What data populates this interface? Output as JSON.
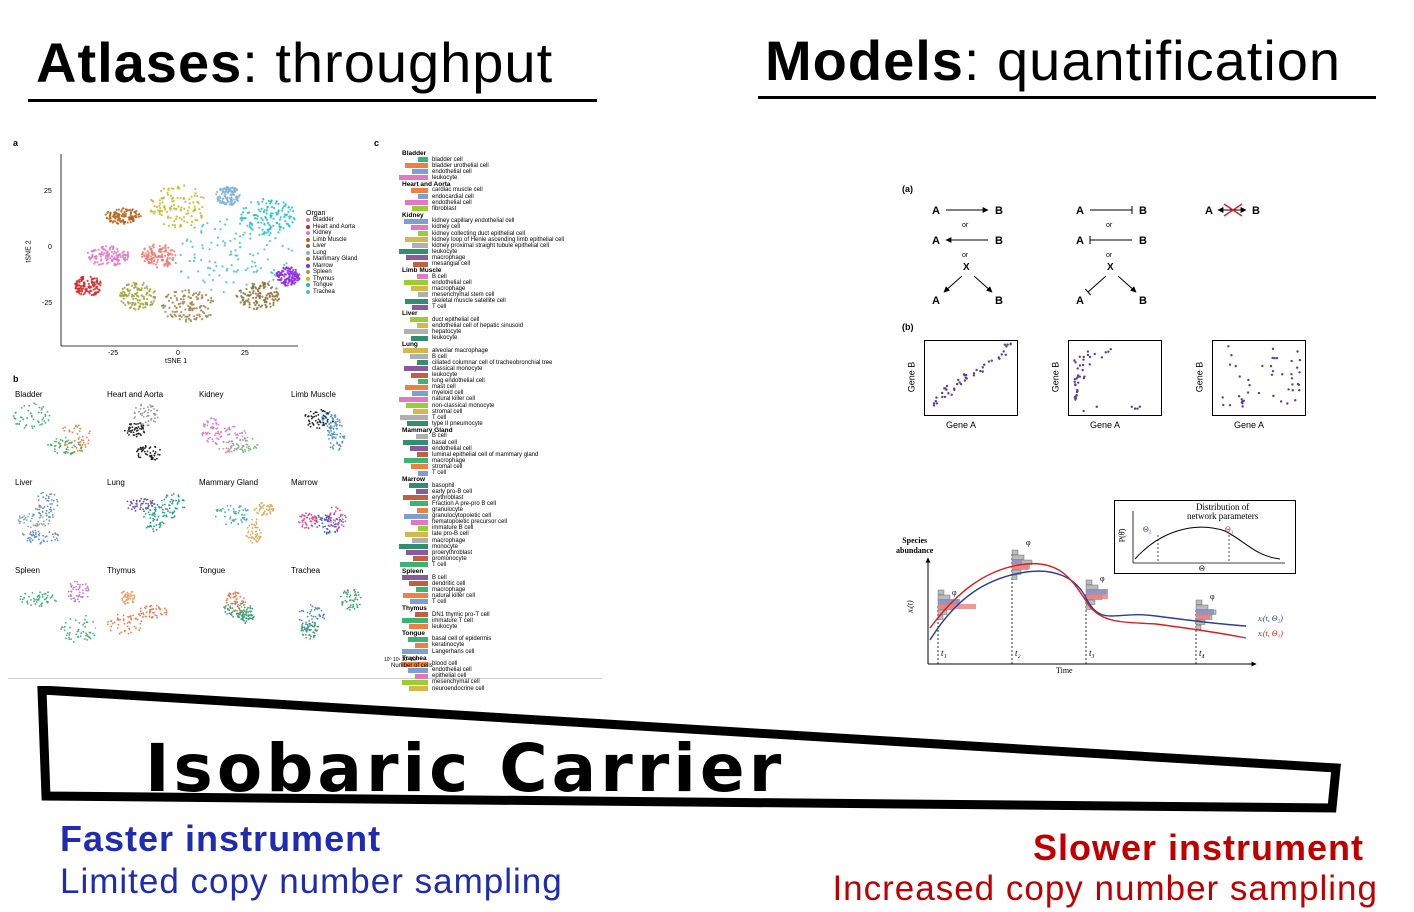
{
  "left_heading": {
    "bold": "Atlases",
    "rest": ": throughput"
  },
  "right_heading": {
    "bold": "Models",
    "rest": ": quantification"
  },
  "atlas_figure": {
    "panel_a_label": "a",
    "panel_b_label": "b",
    "panel_c_label": "c",
    "tsne": {
      "xlabel": "tSNE 1",
      "ylabel": "tSNE 2",
      "xticks": [
        "-25",
        "0",
        "25"
      ],
      "yticks": [
        "25",
        "0",
        "-25"
      ],
      "legend_title": "Organ",
      "organs": [
        {
          "name": "Bladder",
          "color": "#f3766e"
        },
        {
          "name": "Heart and Aorta",
          "color": "#d62728"
        },
        {
          "name": "Kidney",
          "color": "#e377c2"
        },
        {
          "name": "Limb Muscle",
          "color": "#b5651d"
        },
        {
          "name": "Liver",
          "color": "#8c6d31"
        },
        {
          "name": "Lung",
          "color": "#7fb3d5"
        },
        {
          "name": "Mammary Gland",
          "color": "#a47c48"
        },
        {
          "name": "Marrow",
          "color": "#8a2be2"
        },
        {
          "name": "Spleen",
          "color": "#9ca53a"
        },
        {
          "name": "Thymus",
          "color": "#bcbd22"
        },
        {
          "name": "Tongue",
          "color": "#17becf"
        },
        {
          "name": "Trachea",
          "color": "#40c0d0"
        }
      ]
    },
    "small_panels": [
      {
        "title": "Bladder"
      },
      {
        "title": "Heart and  Aorta"
      },
      {
        "title": "Kidney"
      },
      {
        "title": "Limb Muscle"
      },
      {
        "title": "Liver"
      },
      {
        "title": "Lung"
      },
      {
        "title": "Mammary Gland"
      },
      {
        "title": "Marrow"
      },
      {
        "title": "Spleen"
      },
      {
        "title": "Thymus"
      },
      {
        "title": "Tongue"
      },
      {
        "title": "Trachea"
      }
    ],
    "celltypes": [
      {
        "group": "Bladder",
        "cells": [
          "bladder cell",
          "bladder urothelial cell",
          "endothelial cell",
          "leukocyte"
        ]
      },
      {
        "group": "Heart and Aorta",
        "cells": [
          "cardiac muscle cell",
          "endocardial cell",
          "endothelial cell",
          "fibroblast"
        ]
      },
      {
        "group": "Kidney",
        "cells": [
          "kidney capillary endothelial cell",
          "kidney cell",
          "kidney collecting duct epithelial cell",
          "kidney loop of Henle ascending limb epithelial cell",
          "kidney proximal straight tubule epithelial cell",
          "leukocyte",
          "macrophage",
          "mesangial cell"
        ]
      },
      {
        "group": "Limb Muscle",
        "cells": [
          "B cell",
          "endothelial cell",
          "macrophage",
          "mesenchymal stem cell",
          "skeletal muscle satellite cell",
          "T cell"
        ]
      },
      {
        "group": "Liver",
        "cells": [
          "duct epithelial cell",
          "endothelial cell of hepatic sinusoid",
          "hepatocyte",
          "leukocyte"
        ]
      },
      {
        "group": "Lung",
        "cells": [
          "alveolar macrophage",
          "B cell",
          "ciliated columnar cell of tracheobronchial tree",
          "classical monocyte",
          "leukocyte",
          "lung endothelial cell",
          "mast cell",
          "myeloid cell",
          "natural killer cell",
          "non-classical monocyte",
          "stromal cell",
          "T cell",
          "type II pneumocyte"
        ]
      },
      {
        "group": "Mammary Gland",
        "cells": [
          "B cell",
          "basal cell",
          "endothelial cell",
          "luminal epithelial cell of mammary gland",
          "macrophage",
          "stromal cell",
          "T cell"
        ]
      },
      {
        "group": "Marrow",
        "cells": [
          "basophil",
          "early pro-B cell",
          "erythroblast",
          "Fraction A pre-pro B cell",
          "granulocyte",
          "granulocytopoietic cell",
          "hematopoietic precursor cell",
          "immature B cell",
          "late pro-B cell",
          "macrophage",
          "monocyte",
          "proerythroblast",
          "promonocyte",
          "T cell"
        ]
      },
      {
        "group": "Spleen",
        "cells": [
          "B cell",
          "dendritic cell",
          "macrophage",
          "natural killer cell",
          "T cell"
        ]
      },
      {
        "group": "Thymus",
        "cells": [
          "DN1 thymic pro-T cell",
          "immature T cell",
          "leukocyte"
        ]
      },
      {
        "group": "Tongue",
        "cells": [
          "basal cell of epidermis",
          "keratinocyte",
          "Langerhans cell"
        ]
      },
      {
        "group": "Trachea",
        "cells": [
          "blood cell",
          "endothelial cell",
          "epithelial cell",
          "mesenchymal cell",
          "neuroendocrine cell"
        ]
      }
    ],
    "bar_axis_label": "Number of cells",
    "bar_axis_ticks": "10⁰  10¹  10²  10³"
  },
  "model_figure": {
    "panel_a_label": "(a)",
    "panel_b_label": "(b)",
    "node_a": "A",
    "node_b": "B",
    "or_text": "or",
    "x_text": "X",
    "scatter_xlabel": "Gene A",
    "scatter_ylabel": "Gene B",
    "dist_title": "Distribution of\nnetwork parameters",
    "dist_ylabel": "P(θ̄)",
    "dist_xlabel": "Θ",
    "dist_theta2": "Θ₂",
    "dist_theta1": "Θ₁",
    "species_label": "Species\nabundance",
    "yaxis_symbol": "xᵢ(t)",
    "time_label": "Time",
    "times": [
      "t₁",
      "t₂",
      "t₃",
      "t₄"
    ],
    "phi": "φ",
    "curve_blue_label": "xᵢ(t, Θ₂)",
    "curve_red_label": "xᵢ(t, Θ₁)",
    "blue_color": "#2b3f9e",
    "red_color": "#d62020"
  },
  "wedge": {
    "label": "Isobaric Carrier"
  },
  "left_caption": {
    "title": "Faster instrument",
    "subtitle": "Limited copy number sampling",
    "color": "#1f2bb0"
  },
  "right_caption": {
    "title": "Slower instrument",
    "subtitle": "Increased copy number sampling",
    "color": "#c00000"
  }
}
